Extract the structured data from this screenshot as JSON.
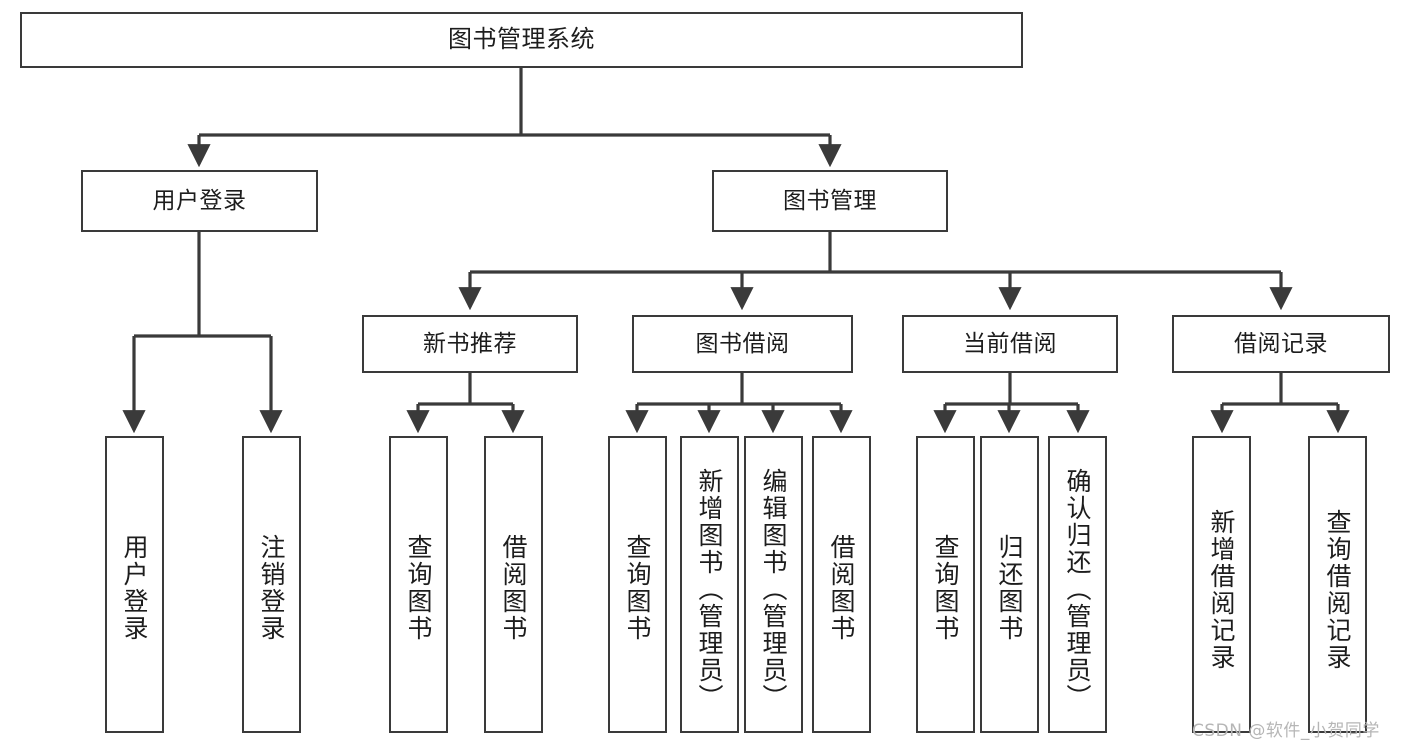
{
  "diagram": {
    "type": "tree-hierarchy-chart",
    "title": "图书管理系统",
    "colors": {
      "box_border": "#3a3a3a",
      "box_fill": "#ffffff",
      "edge": "#3a3a3a",
      "text": "#1d1d1d",
      "watermark": "#b6b6b6",
      "background": "#ffffff"
    },
    "nodes": {
      "root": {
        "label": "图书管理系统"
      },
      "level2": [
        {
          "id": "user-login",
          "label": "用户登录"
        },
        {
          "id": "book-management",
          "label": "图书管理"
        }
      ],
      "level3": [
        {
          "id": "new-book-recommend",
          "label": "新书推荐"
        },
        {
          "id": "book-borrow",
          "label": "图书借阅"
        },
        {
          "id": "current-borrow",
          "label": "当前借阅"
        },
        {
          "id": "borrow-record",
          "label": "借阅记录"
        }
      ],
      "leaves": {
        "user-login": [
          {
            "id": "leaf-user-login",
            "label": "用户登录"
          },
          {
            "id": "leaf-logout-login",
            "label": "注销登录"
          }
        ],
        "new-book-recommend": [
          {
            "id": "leaf-query-book-1",
            "label": "查询图书"
          },
          {
            "id": "leaf-borrow-book-1",
            "label": "借阅图书"
          }
        ],
        "book-borrow": [
          {
            "id": "leaf-query-book-2",
            "label": "查询图书"
          },
          {
            "id": "leaf-add-book",
            "label": "新增图书（管理员）"
          },
          {
            "id": "leaf-edit-book",
            "label": "编辑图书（管理员）"
          },
          {
            "id": "leaf-borrow-book-2",
            "label": "借阅图书"
          }
        ],
        "current-borrow": [
          {
            "id": "leaf-query-book-3",
            "label": "查询图书"
          },
          {
            "id": "leaf-return-book",
            "label": "归还图书"
          },
          {
            "id": "leaf-confirm-return",
            "label": "确认归还（管理员）"
          }
        ],
        "borrow-record": [
          {
            "id": "leaf-add-record",
            "label": "新增借阅记录"
          },
          {
            "id": "leaf-query-record",
            "label": "查询借阅记录"
          }
        ]
      }
    },
    "watermark": "CSDN @软件_小贺同学"
  }
}
